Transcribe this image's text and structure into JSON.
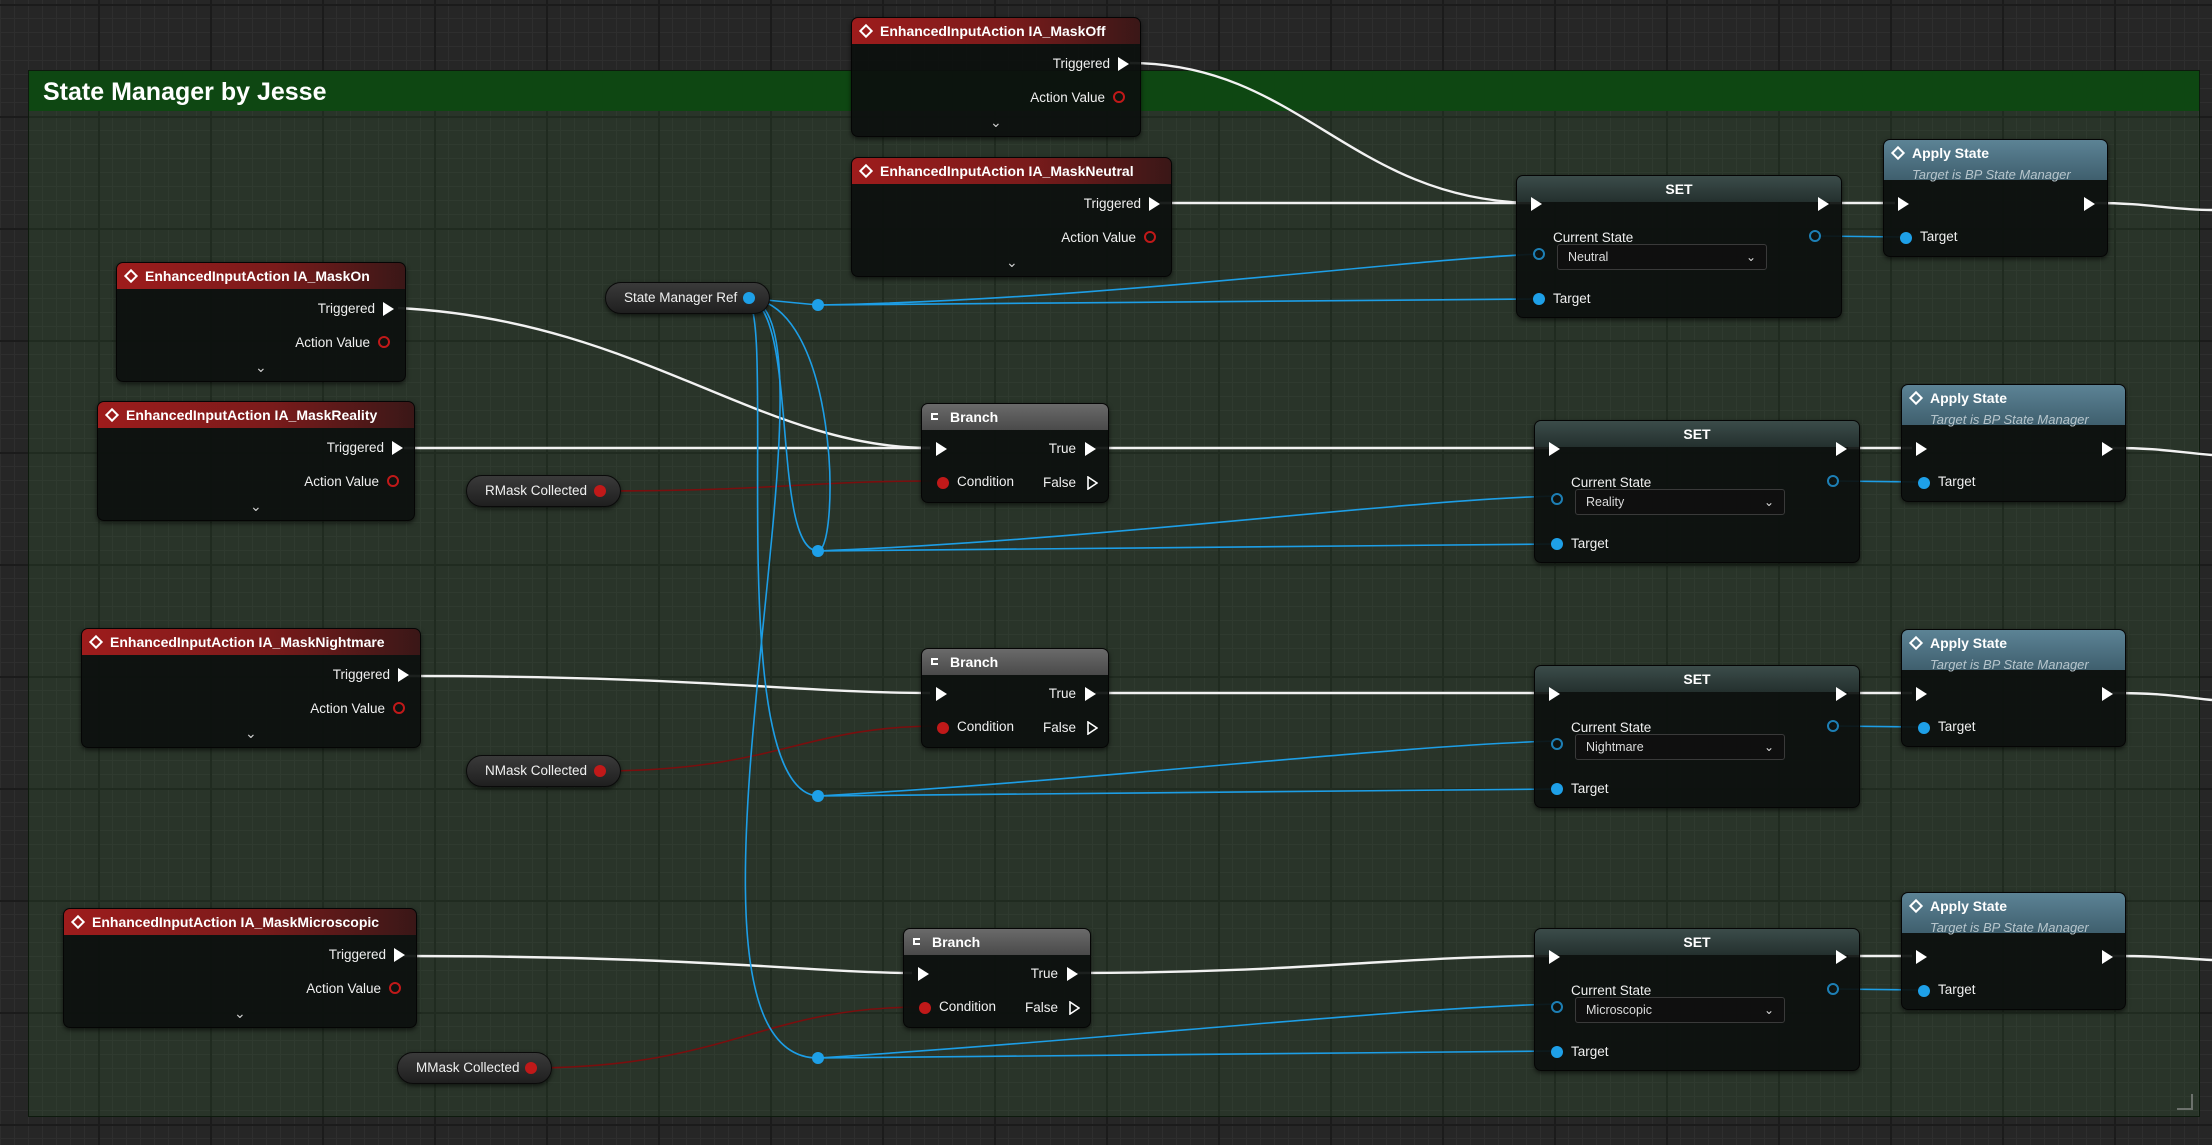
{
  "comment": {
    "title": "State Manager by Jesse"
  },
  "colors": {
    "exec_wire": "#ffffff",
    "object_wire": "#1ea0e8",
    "bool_wire": "#8a1010",
    "event_header": "#9e1c1c",
    "comment_header": "#0e4712"
  },
  "input_events": [
    {
      "title": "EnhancedInputAction IA_MaskOff",
      "triggered": "Triggered",
      "action_value": "Action Value"
    },
    {
      "title": "EnhancedInputAction IA_MaskNeutral",
      "triggered": "Triggered",
      "action_value": "Action Value"
    },
    {
      "title": "EnhancedInputAction IA_MaskOn",
      "triggered": "Triggered",
      "action_value": "Action Value"
    },
    {
      "title": "EnhancedInputAction IA_MaskReality",
      "triggered": "Triggered",
      "action_value": "Action Value"
    },
    {
      "title": "EnhancedInputAction IA_MaskNightmare",
      "triggered": "Triggered",
      "action_value": "Action Value"
    },
    {
      "title": "EnhancedInputAction IA_MaskMicroscopic",
      "triggered": "Triggered",
      "action_value": "Action Value"
    }
  ],
  "variables": {
    "state_manager_ref": "State Manager Ref",
    "rmask": "RMask Collected",
    "nmask": "NMask Collected",
    "mmask": "MMask Collected"
  },
  "branch": {
    "title": "Branch",
    "condition": "Condition",
    "true_label": "True",
    "false_label": "False"
  },
  "set_nodes": [
    {
      "title": "SET",
      "current_state_label": "Current State",
      "state_value": "Neutral",
      "target_label": "Target"
    },
    {
      "title": "SET",
      "current_state_label": "Current State",
      "state_value": "Reality",
      "target_label": "Target"
    },
    {
      "title": "SET",
      "current_state_label": "Current State",
      "state_value": "Nightmare",
      "target_label": "Target"
    },
    {
      "title": "SET",
      "current_state_label": "Current State",
      "state_value": "Microscopic",
      "target_label": "Target"
    }
  ],
  "apply_state": {
    "title": "Apply State",
    "subtitle": "Target is BP State Manager",
    "target_label": "Target"
  }
}
